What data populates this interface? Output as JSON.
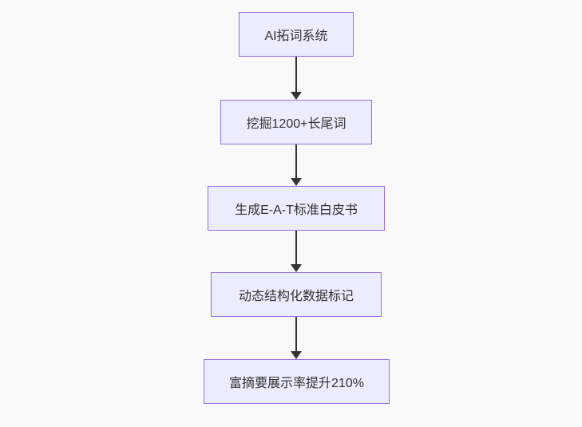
{
  "flowchart": {
    "type": "flowchart-vertical",
    "direction": "top-down",
    "theme": {
      "background": "#f9f9f9",
      "node_fill": "#ECECFF",
      "node_border": "#9370DB",
      "text_color": "#333333",
      "arrow_color": "#333333"
    },
    "nodes": [
      {
        "id": "n1",
        "label": "AI拓词系统"
      },
      {
        "id": "n2",
        "label": "挖掘1200+长尾词"
      },
      {
        "id": "n3",
        "label": "生成E-A-T标准白皮书"
      },
      {
        "id": "n4",
        "label": "动态结构化数据标记"
      },
      {
        "id": "n5",
        "label": "富摘要展示率提升210%"
      }
    ],
    "edges": [
      {
        "from": "n1",
        "to": "n2",
        "style": "arrow-down"
      },
      {
        "from": "n2",
        "to": "n3",
        "style": "arrow-down"
      },
      {
        "from": "n3",
        "to": "n4",
        "style": "arrow-down"
      },
      {
        "from": "n4",
        "to": "n5",
        "style": "arrow-down"
      }
    ]
  }
}
